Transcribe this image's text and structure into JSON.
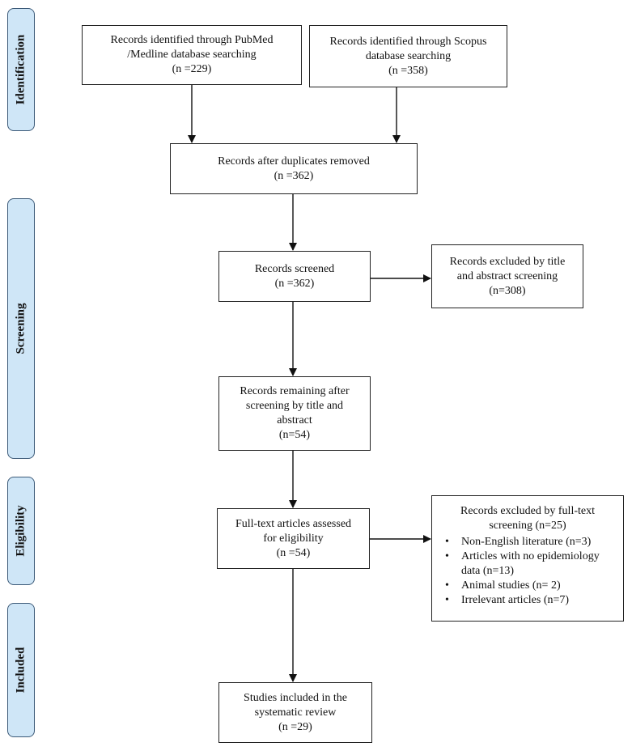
{
  "phases": [
    {
      "id": "identification",
      "label": "Identification"
    },
    {
      "id": "screening",
      "label": "Screening"
    },
    {
      "id": "eligibility",
      "label": "Eligibility"
    },
    {
      "id": "included",
      "label": "Included"
    }
  ],
  "boxes": {
    "pubmed": {
      "lines": [
        "Records identified through PubMed",
        "/Medline database searching",
        "(n =229)"
      ]
    },
    "scopus": {
      "lines": [
        "Records identified through Scopus",
        "database searching",
        "(n =358)"
      ]
    },
    "dedup": {
      "lines": [
        "Records after duplicates removed",
        "(n =362)"
      ]
    },
    "screened": {
      "lines": [
        "Records screened",
        "(n =362)"
      ]
    },
    "excluded_title": {
      "lines": [
        "Records excluded by title",
        "and abstract screening",
        "(n=308)"
      ]
    },
    "remaining": {
      "lines": [
        "Records remaining after",
        "screening by title and",
        "abstract",
        "(n=54)"
      ]
    },
    "fulltext": {
      "lines": [
        "Full-text articles assessed",
        "for eligibility",
        "(n =54)"
      ]
    },
    "excluded_fulltext": {
      "title_lines": [
        "Records excluded by full-text",
        "screening (n=25)"
      ],
      "bullet": "•",
      "items": [
        [
          "Non-English literature (n=3)"
        ],
        [
          "Articles with no epidemiology",
          "data (n=13)"
        ],
        [
          "Animal studies (n= 2)"
        ],
        [
          "Irrelevant articles (n=7)"
        ]
      ]
    },
    "included": {
      "lines": [
        "Studies included in the",
        "systematic review",
        "(n =29)"
      ]
    }
  }
}
